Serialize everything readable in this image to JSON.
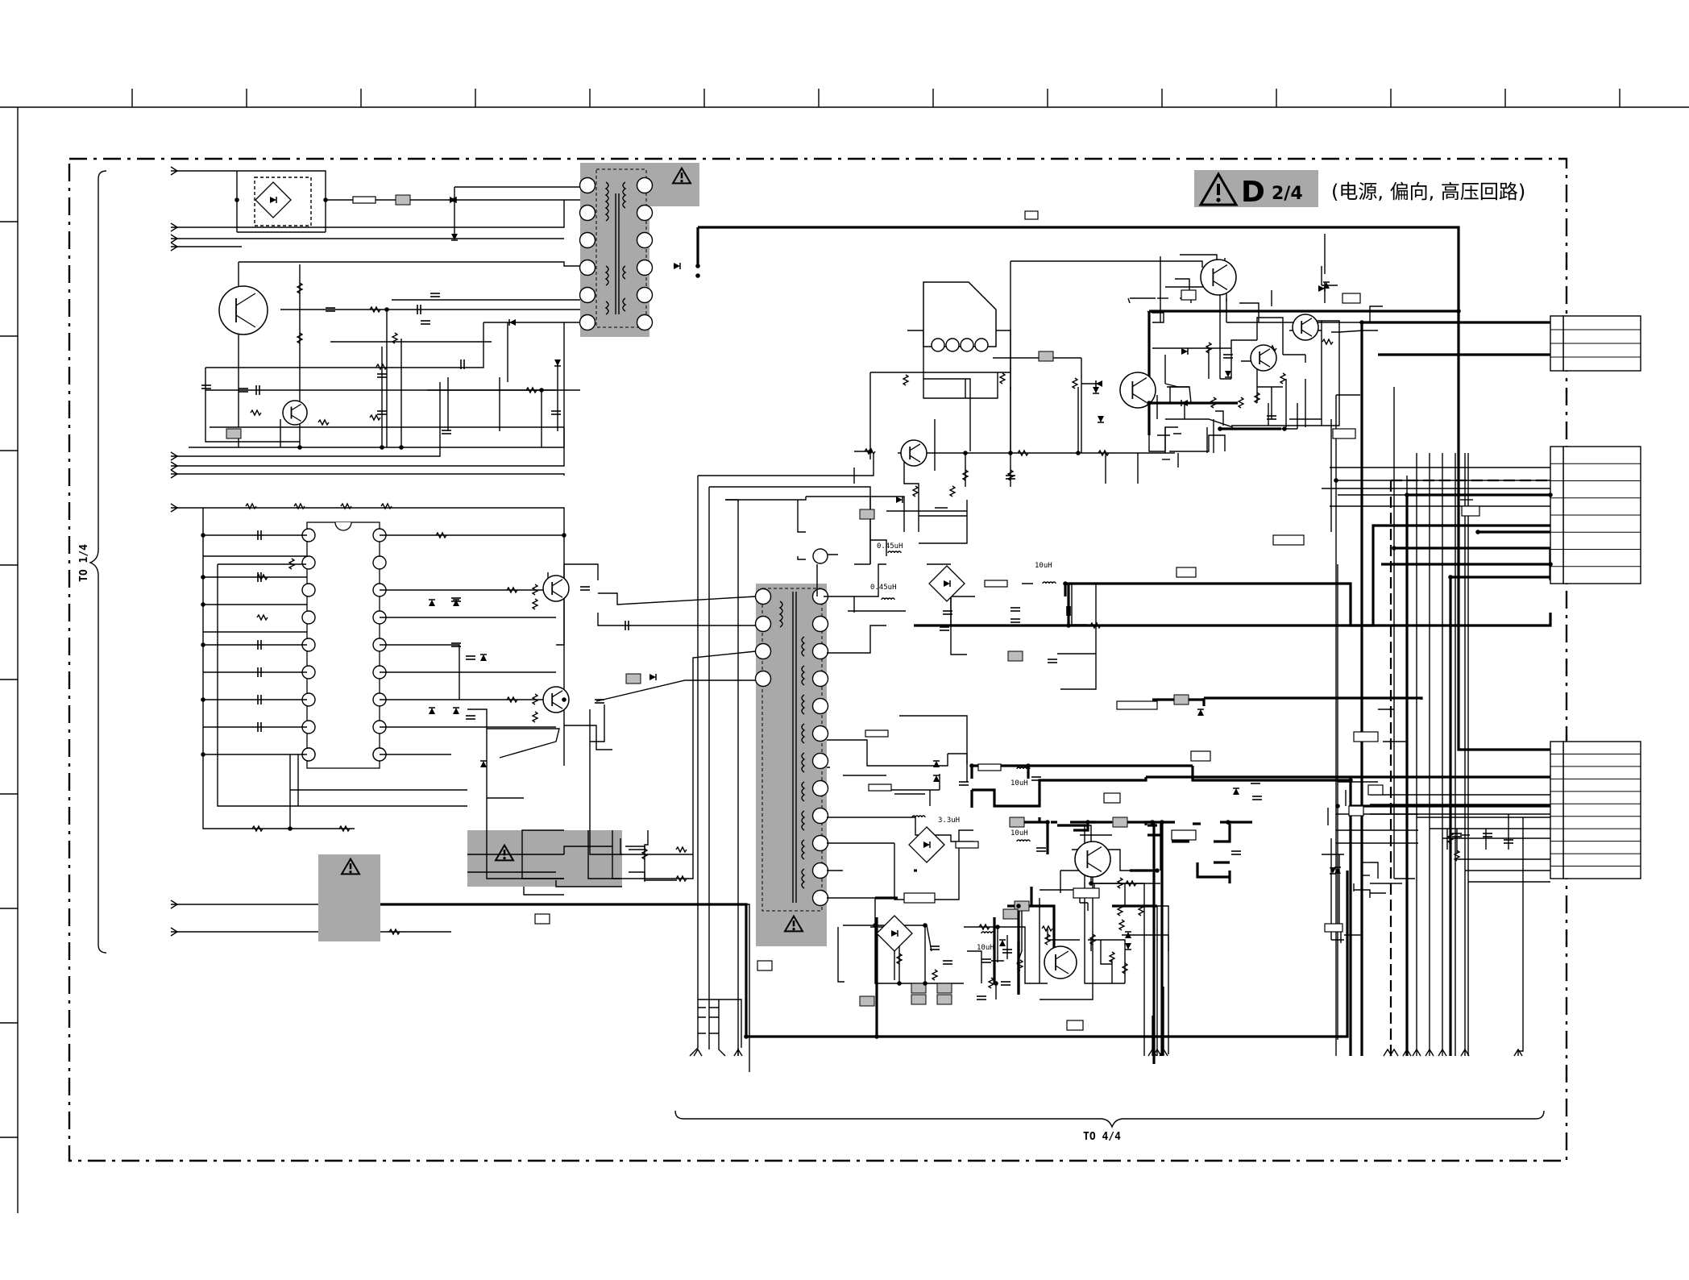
{
  "sheet": {
    "badge_letter": "D",
    "badge_page": "2/4",
    "heading": "(电源, 偏向, 高压回路)",
    "left_bracket_label": "TO 1/4",
    "bottom_bracket_label": "TO 4/4"
  },
  "labels": {
    "inductor_1": "0.45uH",
    "inductor_2": "0.45uH",
    "inductor_3": "10uH",
    "inductor_4": "10uH",
    "inductor_5": "3.3uH",
    "inductor_6": "10uH",
    "inductor_7": "10uH"
  },
  "icons": {
    "warning": "warning-triangle-icon"
  },
  "colors": {
    "ink": "#000000",
    "shade": "#a9a9a9",
    "paper": "#ffffff"
  }
}
